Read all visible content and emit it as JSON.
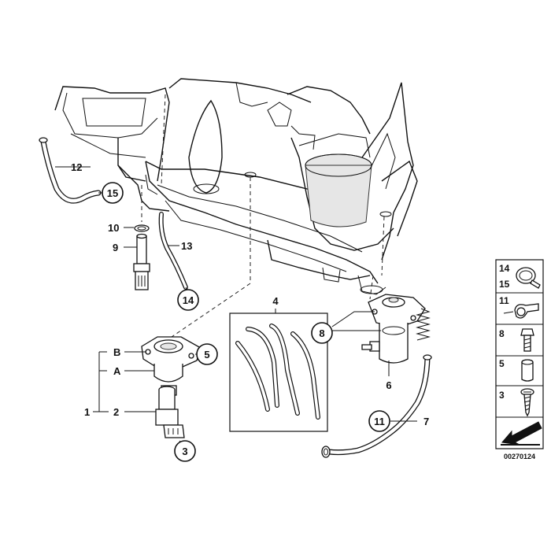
{
  "diagram": {
    "reference_number": "00270124",
    "callouts": {
      "c1": "1",
      "c2": "2",
      "c3": "3",
      "c4": "4",
      "c5": "5",
      "c6": "6",
      "c7": "7",
      "c8": "8",
      "c9": "9",
      "c10": "10",
      "c11": "11",
      "c12": "12",
      "c13": "13",
      "c14": "14",
      "c15": "15",
      "cA": "A",
      "cB": "B"
    },
    "legend": {
      "row1_a": "14",
      "row1_b": "15",
      "row2": "11",
      "row3": "8",
      "row4": "5",
      "row5": "3"
    }
  }
}
